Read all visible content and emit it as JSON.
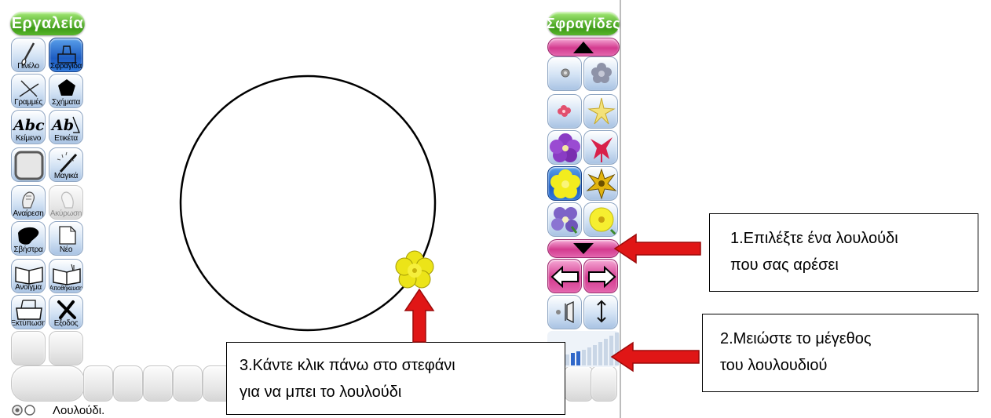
{
  "tools_panel": {
    "title": "Εργαλεία",
    "tools": [
      {
        "label": "Πινέλο",
        "icon": "brush-icon",
        "selected": false,
        "enabled": true
      },
      {
        "label": "Σφραγίδα",
        "icon": "stamp-icon",
        "selected": true,
        "enabled": true
      },
      {
        "label": "Γραμμές",
        "icon": "lines-icon",
        "selected": false,
        "enabled": true
      },
      {
        "label": "Σχήματα",
        "icon": "pentagon-icon",
        "selected": false,
        "enabled": true
      },
      {
        "label": "Κείμενο",
        "icon": "text-abc-icon",
        "selected": false,
        "enabled": true
      },
      {
        "label": "Ετικέτα",
        "icon": "label-ab-icon",
        "selected": false,
        "enabled": true
      },
      {
        "label": "",
        "icon": "fill-square-icon",
        "selected": false,
        "enabled": true
      },
      {
        "label": "Μαγικά",
        "icon": "magic-wand-icon",
        "selected": false,
        "enabled": true
      },
      {
        "label": "Αναίρεση",
        "icon": "undo-hand-icon",
        "selected": false,
        "enabled": true
      },
      {
        "label": "Ακύρωση",
        "icon": "redo-hand-icon",
        "selected": false,
        "enabled": false
      },
      {
        "label": "Σβήστρα",
        "icon": "eraser-icon",
        "selected": false,
        "enabled": true
      },
      {
        "label": "Νέο",
        "icon": "new-page-icon",
        "selected": false,
        "enabled": true
      },
      {
        "label": "Ανοιγμα",
        "icon": "open-book-icon",
        "selected": false,
        "enabled": true
      },
      {
        "label": "Αποθήκευση",
        "icon": "save-book-icon",
        "selected": false,
        "enabled": true
      },
      {
        "label": "Εκτύπωση",
        "icon": "printer-icon",
        "selected": false,
        "enabled": true
      },
      {
        "label": "Εξοδος",
        "icon": "exit-x-icon",
        "selected": false,
        "enabled": true
      }
    ]
  },
  "stamps_panel": {
    "title": "Σφραγίδες",
    "stamps": [
      {
        "name": "gray-bead-flower",
        "color": "#9a9a9a",
        "selected": false
      },
      {
        "name": "gray-blossom",
        "color": "#8e93a8",
        "selected": false
      },
      {
        "name": "pink-small-flower",
        "color": "#e2506e",
        "selected": false
      },
      {
        "name": "yellow-lily",
        "color": "#f3e27a",
        "selected": false
      },
      {
        "name": "purple-petunia",
        "color": "#8a3cc4",
        "selected": false
      },
      {
        "name": "red-fuchsia",
        "color": "#d8204a",
        "selected": false
      },
      {
        "name": "yellow-buttercup",
        "color": "#f2ec1e",
        "selected": true
      },
      {
        "name": "yellow-daffodil",
        "color": "#e2b40e",
        "selected": false
      },
      {
        "name": "violet-pansy",
        "color": "#7d63c7",
        "selected": false
      },
      {
        "name": "yellow-primrose",
        "color": "#f6ee30",
        "selected": false
      }
    ]
  },
  "status_bar": {
    "text": "Λουλούδι."
  },
  "callouts": [
    {
      "lines": [
        "1.Επιλέξτε ένα λουλούδι",
        "που σας αρέσει"
      ]
    },
    {
      "lines": [
        "2.Μειώστε το μέγεθος",
        "του λουλουδιού"
      ]
    },
    {
      "lines": [
        "3.Κάντε κλικ πάνω στο στεφάνι",
        "για να μπει το λουλούδι"
      ]
    }
  ],
  "colors": {
    "header_green": "#3f9c18",
    "button_blue": "#d2e2f4",
    "selected_blue": "#1d5cc2",
    "scroll_pink": "#d33b8f",
    "arrow_red": "#e01616"
  }
}
